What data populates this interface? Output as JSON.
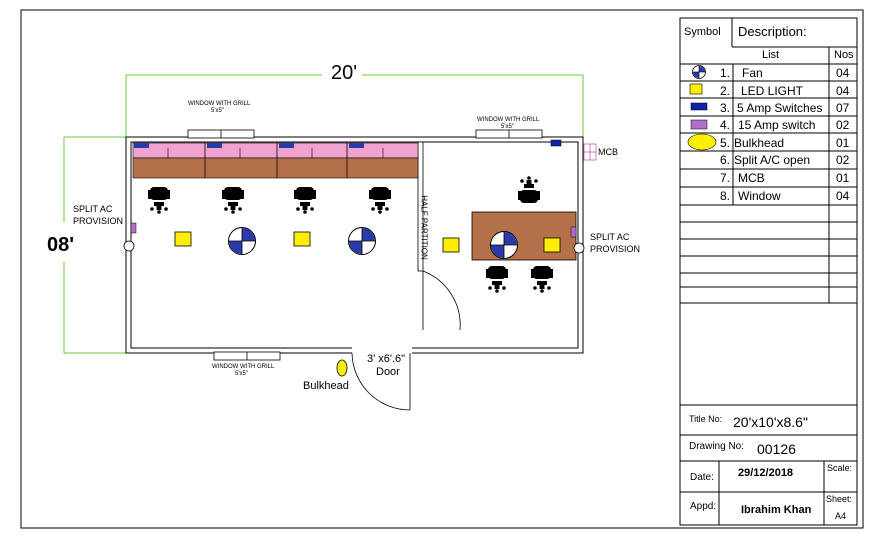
{
  "plan": {
    "dim_width": "20'",
    "dim_height": "08'",
    "window_top_left": "WINDOW WITH GRILL",
    "window_top_left_size": "5'x5\"",
    "window_top_right": "WINDOW WITH GRILL",
    "window_top_right_size": "5'x5\"",
    "window_bottom": "WINDOW WITH GRILL",
    "window_bottom_size": "5'x5\"",
    "split_ac_left": [
      "SPLIT AC",
      "PROVISION"
    ],
    "split_ac_right": [
      "SPLIT AC",
      "PROVISION"
    ],
    "half_partition": "HALF PARTITION",
    "door_size": "3' x6'.6\"",
    "door_label": "Door",
    "bulkhead_label": "Bulkhead",
    "mcb_label": "MCB"
  },
  "legend": {
    "col_symbol": "Symbol",
    "col_description": "Description:",
    "col_list": "List",
    "col_nos": "Nos",
    "rows": [
      {
        "num": "1.",
        "desc": "Fan",
        "nos": "04",
        "icon": "fan-icon"
      },
      {
        "num": "2.",
        "desc": "LED LIGHT",
        "nos": "04",
        "icon": "led-light-icon"
      },
      {
        "num": "3.",
        "desc": "5 Amp Switches",
        "nos": "07",
        "icon": "switch-5amp-icon"
      },
      {
        "num": "4.",
        "desc": "15 Amp switch",
        "nos": "02",
        "icon": "switch-15amp-icon"
      },
      {
        "num": "5.",
        "desc": "Bulkhead",
        "nos": "01",
        "icon": "bulkhead-icon"
      },
      {
        "num": "6.",
        "desc": "Split A/C open",
        "nos": "02",
        "icon": ""
      },
      {
        "num": "7.",
        "desc": "MCB",
        "nos": "01",
        "icon": ""
      },
      {
        "num": "8.",
        "desc": "Window",
        "nos": "04",
        "icon": ""
      }
    ]
  },
  "title_block": {
    "title_label": "Title No:",
    "title_value": "20'x10'x8.6\"",
    "drawing_label": "Drawing No:",
    "drawing_value": "00126",
    "date_label": "Date:",
    "date_value": "29/12/2018",
    "scale_label": "Scale:",
    "appd_label": "Appd:",
    "appd_value": "Ibrahim Khan",
    "sheet_label": "Sheet:",
    "sheet_value": "A4"
  },
  "colors": {
    "dimension_line": "#66cc33",
    "desk_top": "#f2a2cf",
    "desk_wood": "#b5714a",
    "led": "#ffee00",
    "fan_blue": "#2233aa",
    "switch_blue": "#1122aa",
    "switch_purple": "#b070c8"
  }
}
